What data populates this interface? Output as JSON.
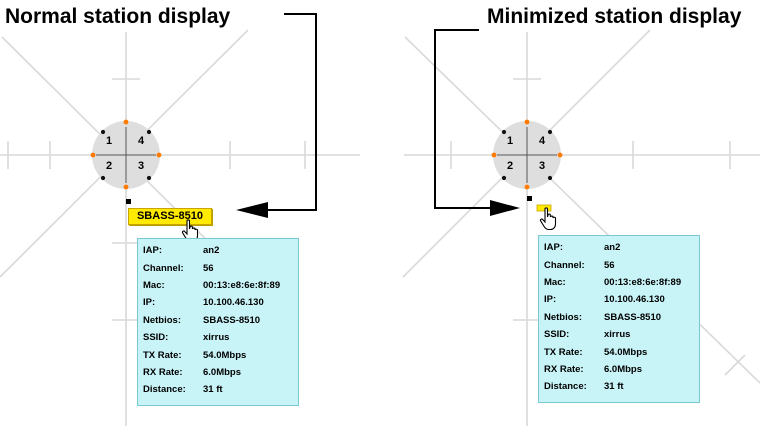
{
  "left_panel": {
    "caption": "Normal station display",
    "radio_numbers": [
      "1",
      "4",
      "2",
      "3"
    ],
    "station_label": "SBASS-8510",
    "tooltip": [
      {
        "key": "IAP:",
        "value": "an2"
      },
      {
        "key": "Channel:",
        "value": "56"
      },
      {
        "key": "Mac:",
        "value": "00:13:e8:6e:8f:89"
      },
      {
        "key": "IP:",
        "value": "10.100.46.130"
      },
      {
        "key": "Netbios:",
        "value": "SBASS-8510"
      },
      {
        "key": "SSID:",
        "value": "xirrus"
      },
      {
        "key": "TX Rate:",
        "value": "54.0Mbps"
      },
      {
        "key": "RX Rate:",
        "value": "6.0Mbps"
      },
      {
        "key": "Distance:",
        "value": "31 ft"
      }
    ]
  },
  "right_panel": {
    "caption": "Minimized station display",
    "radio_numbers": [
      "1",
      "4",
      "2",
      "3"
    ],
    "tooltip": [
      {
        "key": "IAP:",
        "value": "an2"
      },
      {
        "key": "Channel:",
        "value": "56"
      },
      {
        "key": "Mac:",
        "value": "00:13:e8:6e:8f:89"
      },
      {
        "key": "IP:",
        "value": "10.100.46.130"
      },
      {
        "key": "Netbios:",
        "value": "SBASS-8510"
      },
      {
        "key": "SSID:",
        "value": "xirrus"
      },
      {
        "key": "TX Rate:",
        "value": "54.0Mbps"
      },
      {
        "key": "RX Rate:",
        "value": "6.0Mbps"
      },
      {
        "key": "Distance:",
        "value": "31 ft"
      }
    ]
  },
  "colors": {
    "grid": "#d9d9d9",
    "node_fill": "#dedede",
    "orange_dot": "#ff7a00",
    "station_label_bg": "#ffea00",
    "tooltip_bg": "#c8f4f8",
    "tooltip_border": "#7ac8d0"
  },
  "icons": [
    "hand-pointer-icon",
    "arrow-icon"
  ]
}
